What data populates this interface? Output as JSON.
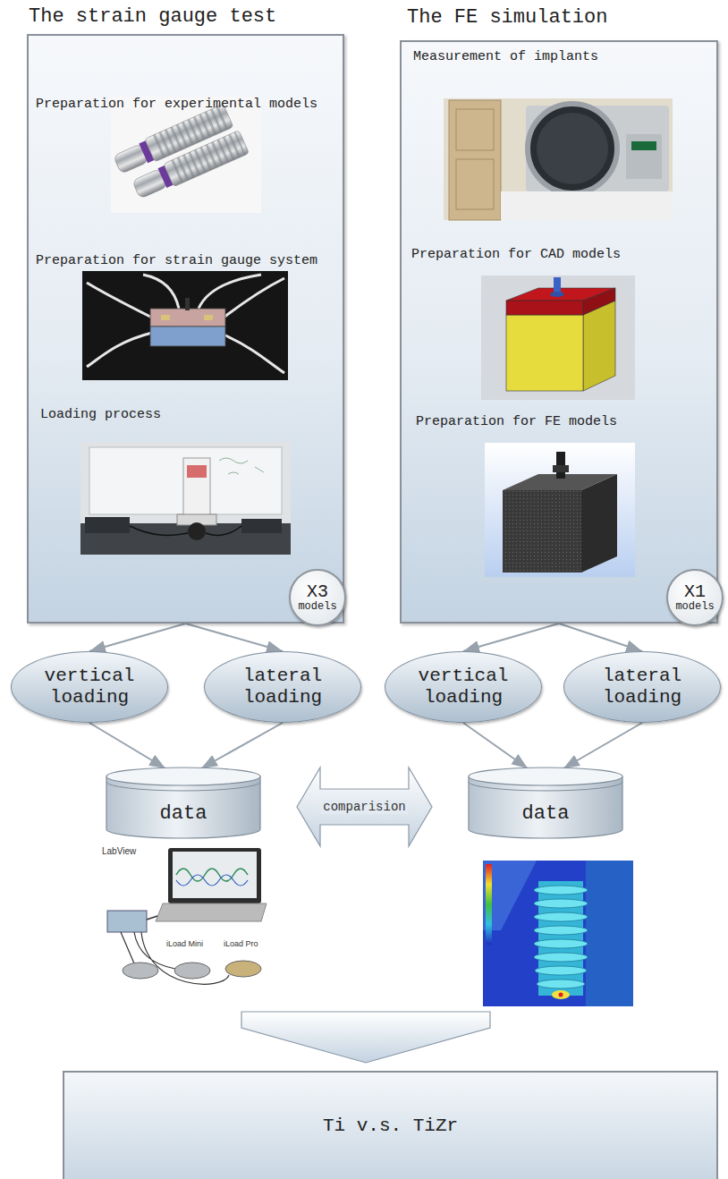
{
  "diagram": {
    "nodes": [
      {
        "text": [
          "The strain gauge test",
          "Preparation for experimental models",
          "Preparation for strain gauge system",
          "Loading process"
        ]
      },
      {
        "text": [
          "X3 models"
        ],
        "in": 0
      },
      {
        "text": [
          "The FE simulation",
          "Measurement of implants",
          "Preparation for CAD models",
          "Preparation for FE models"
        ]
      },
      {
        "text": [
          "X1 models"
        ],
        "in": 2
      },
      {
        "text": [
          "vertical loading"
        ]
      },
      {
        "text": [
          "lateral loading"
        ]
      },
      {
        "text": [
          "vertical loading"
        ]
      },
      {
        "text": [
          "lateral loading"
        ]
      },
      {
        "text": [
          "data"
        ]
      },
      {
        "text": [
          "data"
        ]
      },
      {
        "text": [
          "Ti v.s. TiZr"
        ]
      }
    ],
    "edges": [
      {
        "from": 0,
        "to": 4,
        "arrow": "to"
      },
      {
        "from": 0,
        "to": 5,
        "arrow": "to"
      },
      {
        "from": 2,
        "to": 6,
        "arrow": "to"
      },
      {
        "from": 2,
        "to": 7,
        "arrow": "to"
      },
      {
        "from": 4,
        "to": 8,
        "arrow": "to"
      },
      {
        "from": 5,
        "to": 8,
        "arrow": "to"
      },
      {
        "from": 6,
        "to": 9,
        "arrow": "to"
      },
      {
        "from": 7,
        "to": 9,
        "arrow": "to"
      },
      {
        "from": 8,
        "to": 9,
        "label": "comparision",
        "arrow": "both"
      }
    ],
    "labels": [
      "LabView",
      "iLoad Mini",
      "iLoad Pro"
    ]
  }
}
